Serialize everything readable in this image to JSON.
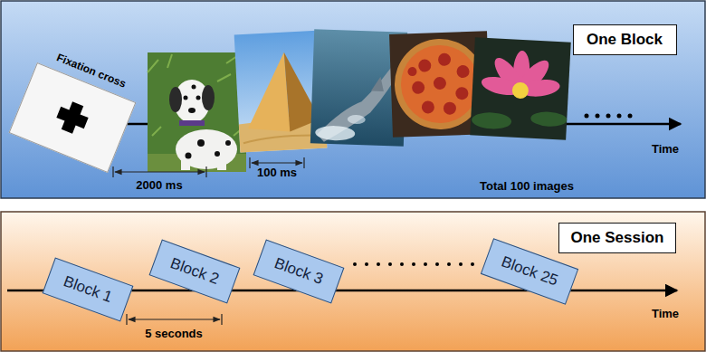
{
  "diagram": {
    "nodes": [
      {
        "text": [
          "Fixation cross"
        ]
      },
      {
        "text": [
          "One Block"
        ]
      },
      {
        "text": [
          "One Session"
        ]
      },
      {
        "text": [
          "Block 1"
        ]
      },
      {
        "text": [
          "Block 2"
        ]
      },
      {
        "text": [
          "Block 3"
        ]
      },
      {
        "text": [
          "Block 25"
        ]
      }
    ],
    "labels": [
      "2000 ms",
      "100 ms",
      "Total 100 images",
      "Time",
      "5 seconds",
      "Time"
    ]
  }
}
